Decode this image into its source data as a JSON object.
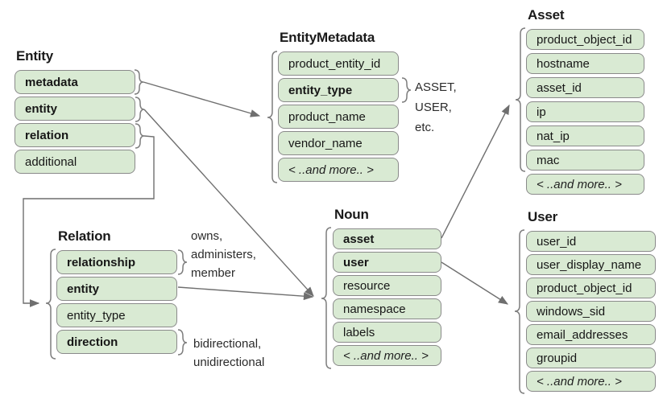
{
  "colors": {
    "row_fill": "#d9ead3",
    "row_border": "#8a8a8a",
    "connector": "#6f6f6f"
  },
  "boxes": {
    "entity": {
      "title": "Entity",
      "rows": [
        {
          "label": "metadata"
        },
        {
          "label": "entity"
        },
        {
          "label": "relation"
        },
        {
          "label": "additional"
        }
      ]
    },
    "entity_metadata": {
      "title": "EntityMetadata",
      "rows": [
        {
          "label": "product_entity_id"
        },
        {
          "label": "entity_type"
        },
        {
          "label": "product_name"
        },
        {
          "label": "vendor_name"
        },
        {
          "label": "< ..and more.. >"
        }
      ]
    },
    "relation": {
      "title": "Relation",
      "rows": [
        {
          "label": "relationship"
        },
        {
          "label": "entity"
        },
        {
          "label": "entity_type"
        },
        {
          "label": "direction"
        }
      ]
    },
    "noun": {
      "title": "Noun",
      "rows": [
        {
          "label": "asset"
        },
        {
          "label": "user"
        },
        {
          "label": "resource"
        },
        {
          "label": "namespace"
        },
        {
          "label": "labels"
        },
        {
          "label": "< ..and more.. >"
        }
      ]
    },
    "asset": {
      "title": "Asset",
      "rows": [
        {
          "label": "product_object_id"
        },
        {
          "label": "hostname"
        },
        {
          "label": "asset_id"
        },
        {
          "label": "ip"
        },
        {
          "label": "nat_ip"
        },
        {
          "label": "mac"
        },
        {
          "label": "< ..and more.. >"
        }
      ]
    },
    "user": {
      "title": "User",
      "rows": [
        {
          "label": "user_id"
        },
        {
          "label": "user_display_name"
        },
        {
          "label": "product_object_id"
        },
        {
          "label": "windows_sid"
        },
        {
          "label": "email_addresses"
        },
        {
          "label": "groupid"
        },
        {
          "label": "< ..and more.. >"
        }
      ]
    }
  },
  "annotations": {
    "entity_type_values": {
      "lines": [
        "ASSET,",
        "USER,",
        "etc."
      ]
    },
    "relationship_values": {
      "lines": [
        "owns,",
        "administers,",
        "member"
      ]
    },
    "direction_values": {
      "lines": [
        "bidirectional,",
        "unidirectional"
      ]
    }
  }
}
